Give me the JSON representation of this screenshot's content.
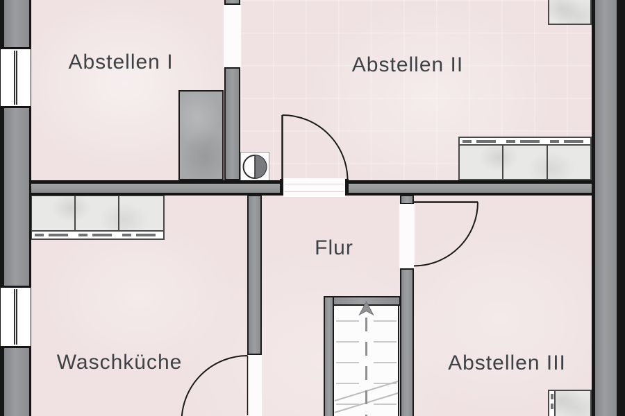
{
  "plan": {
    "type": "floor-plan",
    "rooms": [
      {
        "id": "abstellen-1",
        "label": "Abstellen I"
      },
      {
        "id": "abstellen-2",
        "label": "Abstellen II"
      },
      {
        "id": "flur",
        "label": "Flur"
      },
      {
        "id": "waschkueche",
        "label": "Waschküche"
      },
      {
        "id": "abstellen-3",
        "label": "Abstellen III"
      }
    ],
    "colors": {
      "floor": "#f0e2e2",
      "wall_gray": "#919396",
      "outline_black": "#1a1a1a",
      "cabinet_fill": "#e8e8e6",
      "stair_tread": "#c6c8ca",
      "fixture_gray": "#a7a8aa"
    },
    "symbols": {
      "window": "double-pane-window",
      "door": "quarter-circle-swing",
      "stairs": "straight-run-with-up-arrow",
      "appliance": "half-filled-circle"
    }
  }
}
